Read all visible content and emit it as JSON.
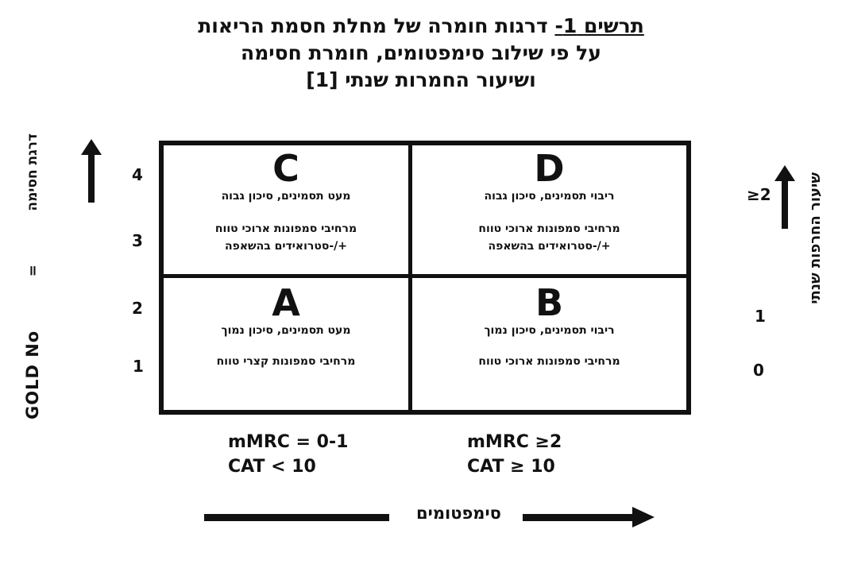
{
  "title": {
    "line1_underlined": "תרשים 1-",
    "line1_rest": "דרגות חומרה של מחלת חסמת הריאות",
    "line2": "על פי שילוב סימפטומים, חומרת חסימה",
    "line3": "ושיעור החמרות שנתי [1]"
  },
  "left_axis": {
    "label_hebrew": "דרגת חסימה",
    "label_equals": "=",
    "label_latin": "GOLD No",
    "values": [
      "4",
      "3",
      "2",
      "1"
    ]
  },
  "right_axis": {
    "label": "שיעור החרפות שנתי",
    "values": [
      "≥2",
      "1",
      "0"
    ]
  },
  "quadrants": [
    {
      "id": "C",
      "letter": "C",
      "risk": "מעט תסמינים, סיכון גבוה",
      "treatment1": "מרחיבי סמפונות ארוכי טווח",
      "treatment2": "+/-סטרואידים בהשאפה"
    },
    {
      "id": "D",
      "letter": "D",
      "risk": "ריבוי תסמינים, סיכון גבוה",
      "treatment1": "מרחיבי סמפונות ארוכי טווח",
      "treatment2": "+/-סטרואידים בהשאפה"
    },
    {
      "id": "A",
      "letter": "A",
      "risk": "מעט תסמינים, סיכון נמוך",
      "treatment1": "מרחיבי סמפונות קצרי טווח",
      "treatment2": ""
    },
    {
      "id": "B",
      "letter": "B",
      "risk": "ריבוי תסמינים, סיכון נמוך",
      "treatment1": "מרחיבי סמפונות ארוכי טווח",
      "treatment2": ""
    }
  ],
  "symptom_scores": {
    "left_line1": "mMRC = 0-1",
    "left_line2": "CAT < 10",
    "right_line1": "mMRC  ≥2",
    "right_line2": "CAT ≥ 10"
  },
  "symptoms_axis": {
    "label": "סימפטומים"
  },
  "colors": {
    "ink": "#111111",
    "background": "#ffffff"
  }
}
